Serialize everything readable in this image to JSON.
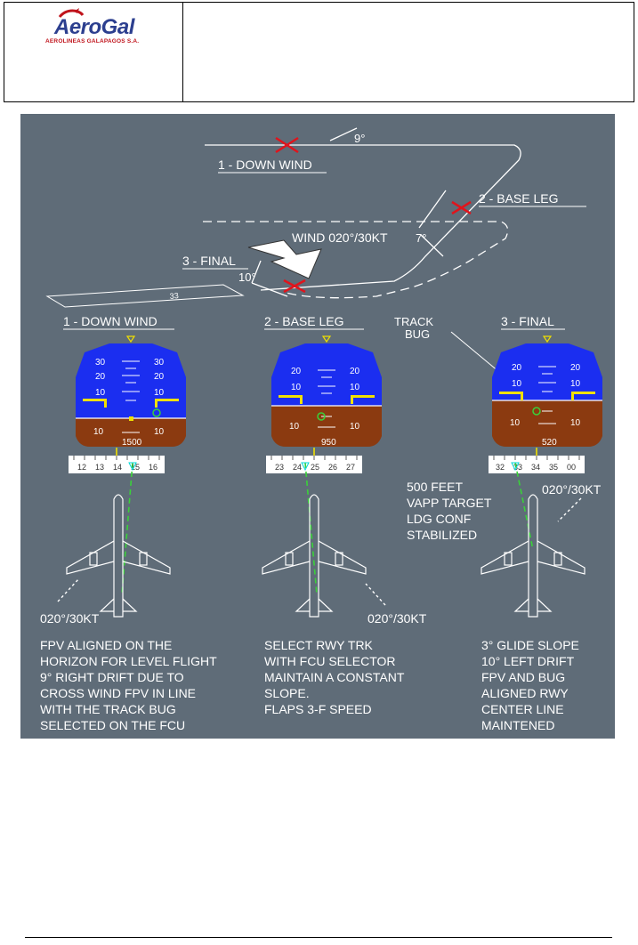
{
  "header": {
    "logo_name": "AeroGal",
    "logo_subtitle": "AEROLINEAS GALAPAGOS S.A."
  },
  "diagram": {
    "top_labels": {
      "downwind": "1 - DOWN WIND",
      "base_leg": "2 - BASE LEG",
      "final": "3 - FINAL",
      "wind": "WIND 020°/30KT",
      "angle_9": "9°",
      "angle_7": "7°",
      "angle_10": "10°"
    },
    "panels": [
      {
        "title": "1 - DOWN WIND",
        "pitch_labels_upper": [
          "30",
          "30",
          "20",
          "20",
          "10",
          "10"
        ],
        "pitch_labels_lower": [
          "10",
          "10"
        ],
        "altitude": "1500",
        "heading_ticks": [
          "12",
          "13",
          "14",
          "15",
          "16"
        ],
        "wind": "020°/30KT",
        "caption": "FPV ALIGNED ON THE\nHORIZON FOR LEVEL FLIGHT\n9° RIGHT DRIFT DUE TO\nCROSS WIND FPV IN LINE\nWITH THE TRACK BUG\nSELECTED ON THE FCU"
      },
      {
        "title": "2 - BASE LEG",
        "pitch_labels_upper": [
          "20",
          "20",
          "10",
          "10"
        ],
        "pitch_labels_lower": [
          "10",
          "10"
        ],
        "altitude": "950",
        "heading_ticks": [
          "23",
          "24",
          "25",
          "26",
          "27"
        ],
        "wind": "020°/30KT",
        "caption": "SELECT RWY TRK\nWITH FCU SELECTOR\nMAINTAIN A CONSTANT\nSLOPE.\nFLAPS 3-F SPEED"
      },
      {
        "title": "3 - FINAL",
        "pitch_labels_upper": [
          "20",
          "20",
          "10",
          "10"
        ],
        "pitch_labels_lower": [
          "10",
          "10"
        ],
        "altitude": "520",
        "heading_ticks": [
          "32",
          "33",
          "34",
          "35",
          "00"
        ],
        "wind": "020°/30KT",
        "track_bug": "TRACK\nBUG",
        "notes": "500 FEET\nVAPP TARGET\nLDG CONF\nSTABILIZED",
        "caption": "3° GLIDE SLOPE\n10° LEFT DRIFT\nFPV AND BUG\nALIGNED RWY\nCENTER LINE\nMAINTENED"
      }
    ]
  },
  "colors": {
    "background": "#5f6c78",
    "sky": "#1b2ef0",
    "ground": "#8b3a10",
    "fpv": "#3ad13a",
    "track_bug": "#00d8d8",
    "marker": "#f0e000",
    "cross": "#e0141c"
  }
}
